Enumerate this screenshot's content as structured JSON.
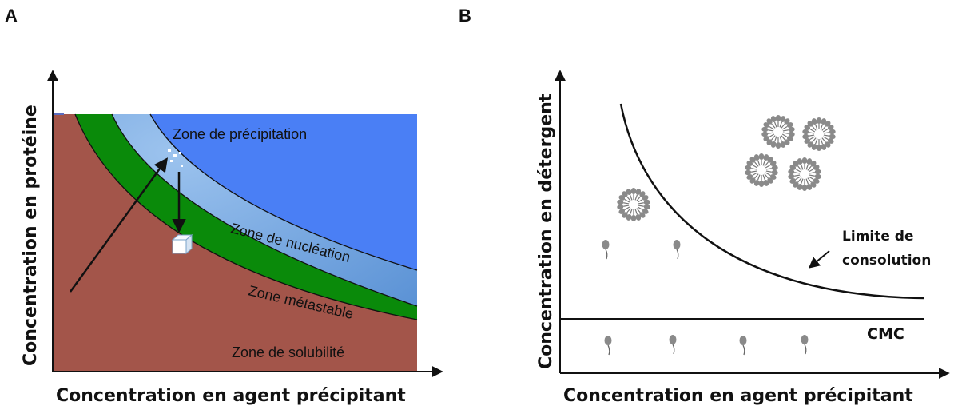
{
  "panels": {
    "a": {
      "label": "A",
      "x_axis_title": "Concentration en agent précipitant",
      "y_axis_title": "Concentration en protéine",
      "zones": {
        "precipitation": "Zone de précipitation",
        "nucleation": "Zone de nucléation",
        "metastable": "Zone métastable",
        "solubility": "Zone de solubilité"
      },
      "colors": {
        "precipitation": "#4a7ff5",
        "nucleation": "#7aaee0",
        "metastable": "#0a8a0a",
        "solubility": "#a3554a"
      }
    },
    "b": {
      "label": "B",
      "x_axis_title": "Concentration en agent précipitant",
      "y_axis_title": "Concentration en détergent",
      "consolution_label_line1": "Limite de",
      "consolution_label_line2": "consolution",
      "cmc_label": "CMC"
    }
  }
}
